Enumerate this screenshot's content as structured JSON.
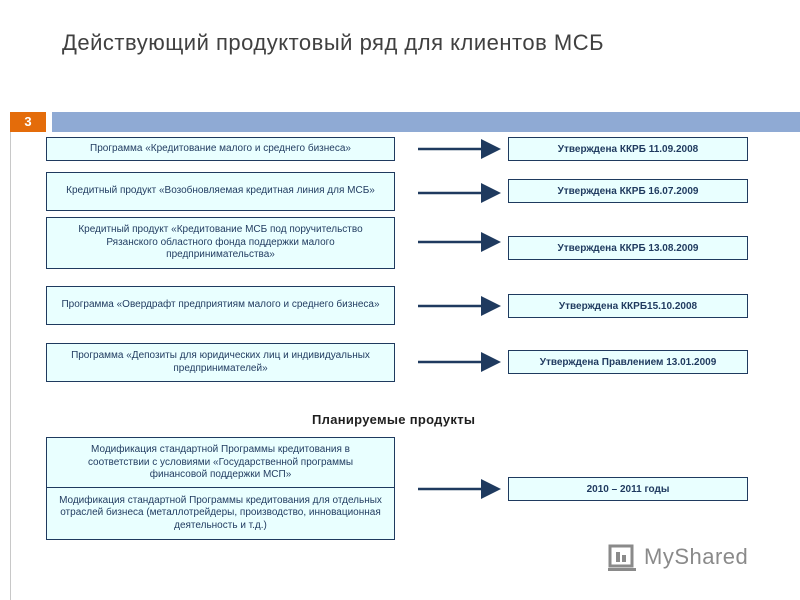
{
  "slide": {
    "title": "Действующий продуктовый ряд для клиентов МСБ",
    "page_number": "3",
    "planned_heading": "Планируемые продукты",
    "logo_text": "MyShared"
  },
  "products": [
    {
      "name": "Программа «Кредитование малого и среднего бизнеса»",
      "status": "Утверждена ККРБ 11.09.2008"
    },
    {
      "name": "Кредитный продукт «Возобновляемая кредитная линия для МСБ»",
      "status": "Утверждена ККРБ 16.07.2009"
    },
    {
      "name": "Кредитный продукт «Кредитование МСБ под поручительство Рязанского областного фонда поддержки малого предпринимательства»",
      "status": "Утверждена ККРБ 13.08.2009"
    },
    {
      "name": "Программа «Овердрафт предприятиям малого и среднего бизнеса»",
      "status": "Утверждена ККРБ15.10.2008"
    },
    {
      "name": "Программа «Депозиты для юридических лиц и индивидуальных предпринимателей»",
      "status": "Утверждена Правлением 13.01.2009"
    }
  ],
  "planned": {
    "items": [
      "Модификация стандартной Программы кредитования в соответствии с условиями «Государственной программы финансовой поддержки МСП»",
      "Модификация стандартной Программы кредитования для отдельных отраслей бизнеса (металлотрейдеры, производство, инновационная деятельность и т.д.)"
    ],
    "timeline": "2010 – 2011 годы"
  },
  "colors": {
    "accent_orange": "#e46c0a",
    "bar_blue": "#8faad4",
    "box_fill": "#e9ffff",
    "box_border": "#1f3a5f",
    "arrow": "#1f3a5f"
  }
}
